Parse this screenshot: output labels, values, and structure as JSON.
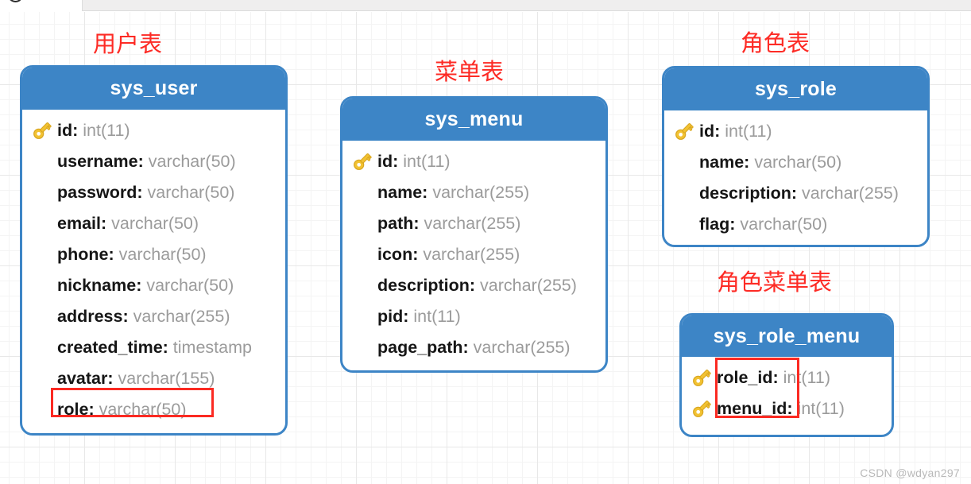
{
  "window": {
    "top_tab_label": "",
    "logo_icon": "app-logo-fragment"
  },
  "diagram": {
    "title": "",
    "watermark": "CSDN @wdyan297",
    "colors": {
      "header_blue": "#3d85c6",
      "border_blue": "#3d85c6",
      "annotation_red": "#fb2a22",
      "caption_red": "#fd2b25",
      "field_name": "#161616",
      "field_type": "#9b9b9b",
      "grid_line": "#e8e8e8"
    },
    "captions": [
      {
        "id": "user",
        "text": "用户表"
      },
      {
        "id": "menu",
        "text": "菜单表"
      },
      {
        "id": "role",
        "text": "角色表"
      },
      {
        "id": "role_menu",
        "text": "角色菜单表"
      }
    ],
    "tables": [
      {
        "id": "sys_user",
        "name": "sys_user",
        "caption": "用户表",
        "fields": [
          {
            "name": "id",
            "type": "int(11)",
            "pk": true,
            "highlight": false
          },
          {
            "name": "username",
            "type": "varchar(50)",
            "pk": false,
            "highlight": false
          },
          {
            "name": "password",
            "type": "varchar(50)",
            "pk": false,
            "highlight": false
          },
          {
            "name": "email",
            "type": "varchar(50)",
            "pk": false,
            "highlight": false
          },
          {
            "name": "phone",
            "type": "varchar(50)",
            "pk": false,
            "highlight": false
          },
          {
            "name": "nickname",
            "type": "varchar(50)",
            "pk": false,
            "highlight": false
          },
          {
            "name": "address",
            "type": "varchar(255)",
            "pk": false,
            "highlight": false
          },
          {
            "name": "created_time",
            "type": "timestamp",
            "pk": false,
            "highlight": false
          },
          {
            "name": "avatar",
            "type": "varchar(155)",
            "pk": false,
            "highlight": false
          },
          {
            "name": "role",
            "type": "varchar(50)",
            "pk": false,
            "highlight": true
          }
        ]
      },
      {
        "id": "sys_menu",
        "name": "sys_menu",
        "caption": "菜单表",
        "fields": [
          {
            "name": "id",
            "type": "int(11)",
            "pk": true,
            "highlight": false
          },
          {
            "name": "name",
            "type": "varchar(255)",
            "pk": false,
            "highlight": false
          },
          {
            "name": "path",
            "type": "varchar(255)",
            "pk": false,
            "highlight": false
          },
          {
            "name": "icon",
            "type": "varchar(255)",
            "pk": false,
            "highlight": false
          },
          {
            "name": "description",
            "type": "varchar(255)",
            "pk": false,
            "highlight": false
          },
          {
            "name": "pid",
            "type": "int(11)",
            "pk": false,
            "highlight": false
          },
          {
            "name": "page_path",
            "type": "varchar(255)",
            "pk": false,
            "highlight": false
          }
        ]
      },
      {
        "id": "sys_role",
        "name": "sys_role",
        "caption": "角色表",
        "fields": [
          {
            "name": "id",
            "type": "int(11)",
            "pk": true,
            "highlight": false
          },
          {
            "name": "name",
            "type": "varchar(50)",
            "pk": false,
            "highlight": false
          },
          {
            "name": "description",
            "type": "varchar(255)",
            "pk": false,
            "highlight": false
          },
          {
            "name": "flag",
            "type": "varchar(50)",
            "pk": false,
            "highlight": false
          }
        ]
      },
      {
        "id": "sys_role_menu",
        "name": "sys_role_menu",
        "caption": "角色菜单表",
        "fields": [
          {
            "name": "role_id",
            "type": "int(11)",
            "pk": true,
            "highlight": true
          },
          {
            "name": "menu_id",
            "type": "int(11)",
            "pk": true,
            "highlight": true
          }
        ]
      }
    ]
  }
}
